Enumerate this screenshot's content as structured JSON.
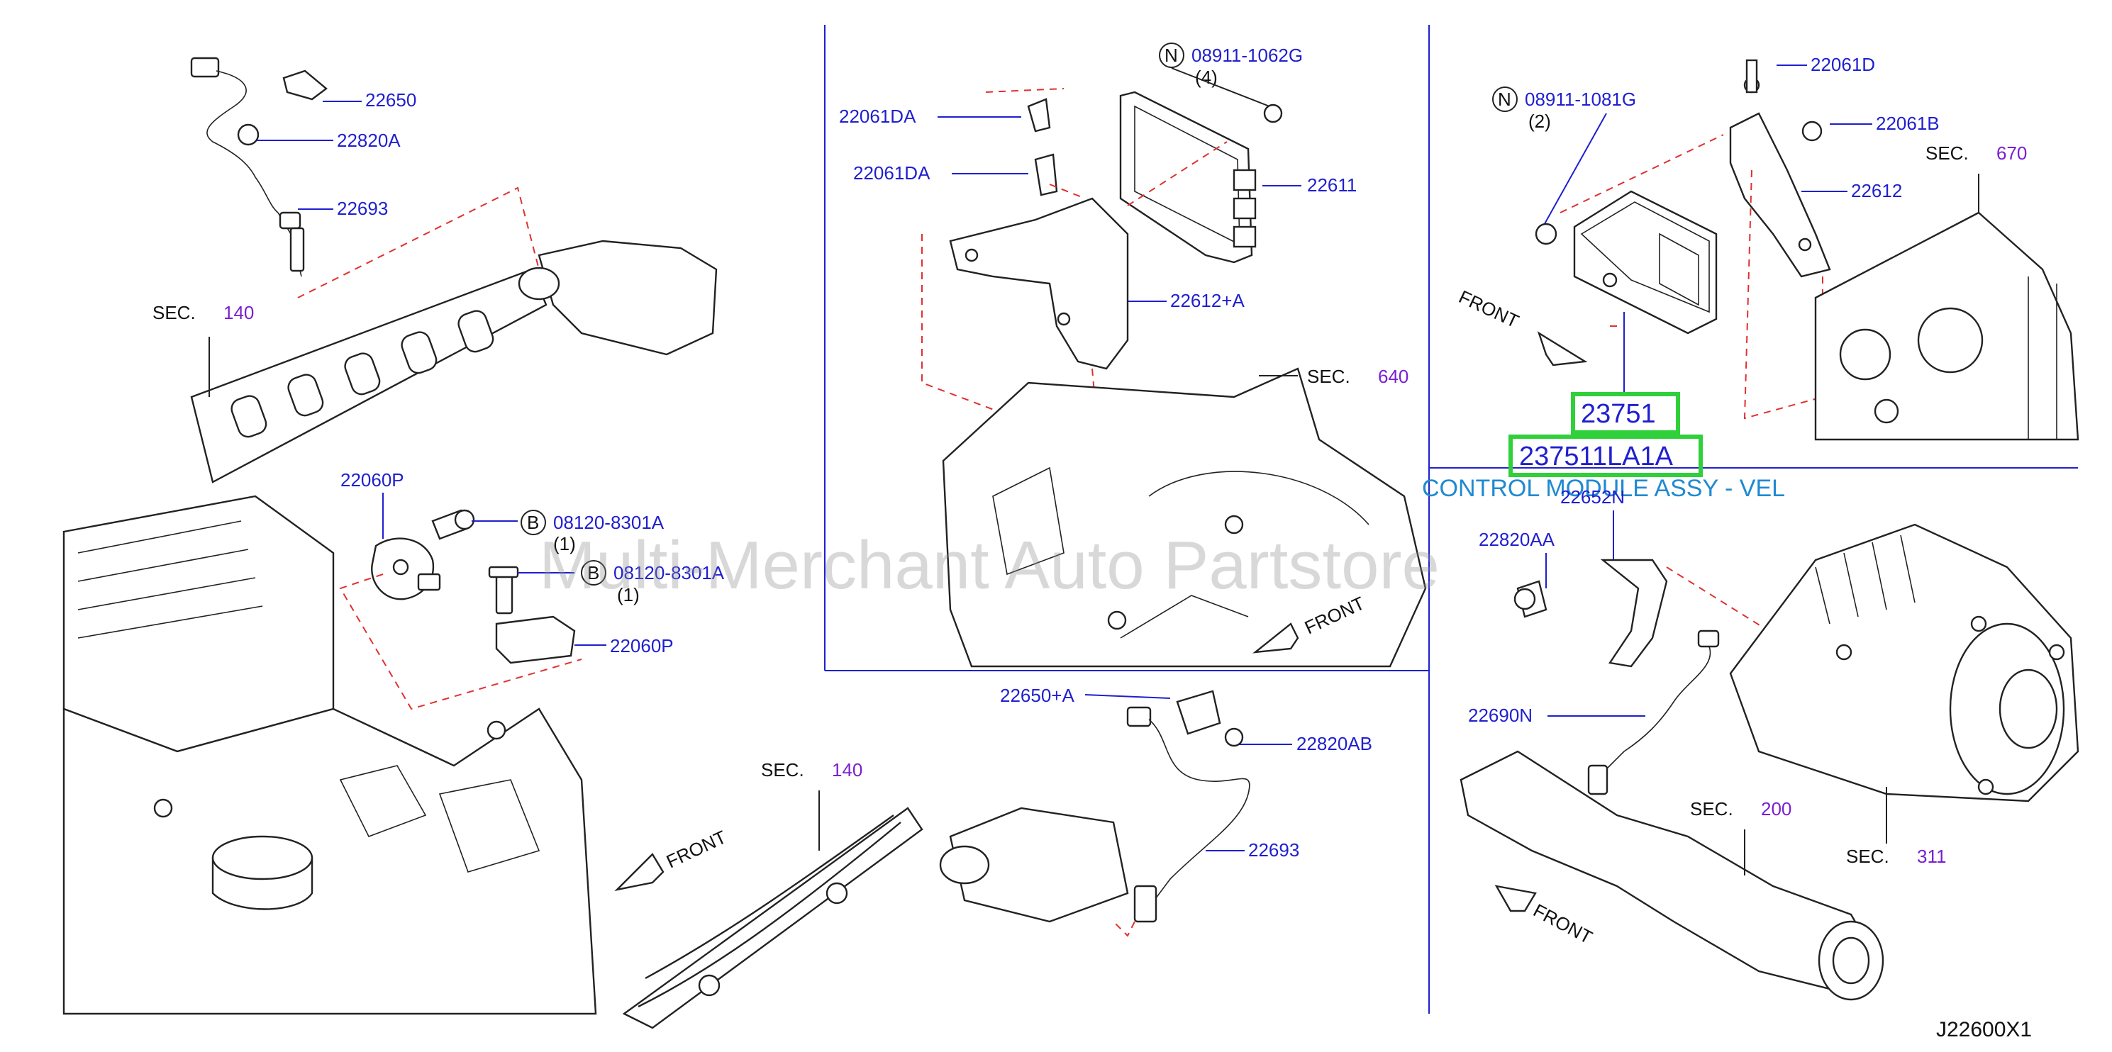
{
  "diagram_code": "J22600X1",
  "watermark": "Multi-Merchant Auto Partstore",
  "highlight": {
    "part_number": "23751",
    "oem_number": "237511LA1A",
    "description": "CONTROL MODULE ASSY - VEL"
  },
  "labels": {
    "p22650": "22650",
    "p22820A": "22820A",
    "p22693_top": "22693",
    "sec140_top": "SEC.",
    "sec140_top_num": "140",
    "p22060P_top": "22060P",
    "b1": "B",
    "b1_part": "08120-8301A",
    "b1_qty": "(1)",
    "b2": "B",
    "b2_part": "08120-8301A",
    "b2_qty": "(1)",
    "p22060P_bot": "22060P",
    "front_left": "FRONT",
    "n1": "N",
    "n1_part": "08911-1062G",
    "n1_qty": "(4)",
    "p22061DA_1": "22061DA",
    "p22061DA_2": "22061DA",
    "p22611": "22611",
    "p22612A": "22612+A",
    "sec640": "SEC.",
    "sec640_num": "640",
    "front_mid": "FRONT",
    "p22650A": "22650+A",
    "p22820AB": "22820AB",
    "p22693_bot": "22693",
    "sec140_bot": "SEC.",
    "sec140_bot_num": "140",
    "p22061D": "22061D",
    "n2": "N",
    "n2_part": "08911-1081G",
    "n2_qty": "(2)",
    "p22061B": "22061B",
    "sec670": "SEC.",
    "sec670_num": "670",
    "p22612": "22612",
    "front_right": "FRONT",
    "p22652N": "22652N",
    "p22820AA": "22820AA",
    "p22690N": "22690N",
    "sec200": "SEC.",
    "sec200_num": "200",
    "sec311": "SEC.",
    "sec311_num": "311",
    "front_bottom": "FRONT"
  },
  "colors": {
    "part_label": "#1f1fd0",
    "section_number": "#7a1fd0",
    "highlight_box": "#2fd03a",
    "leader_dash": "#e03030"
  }
}
